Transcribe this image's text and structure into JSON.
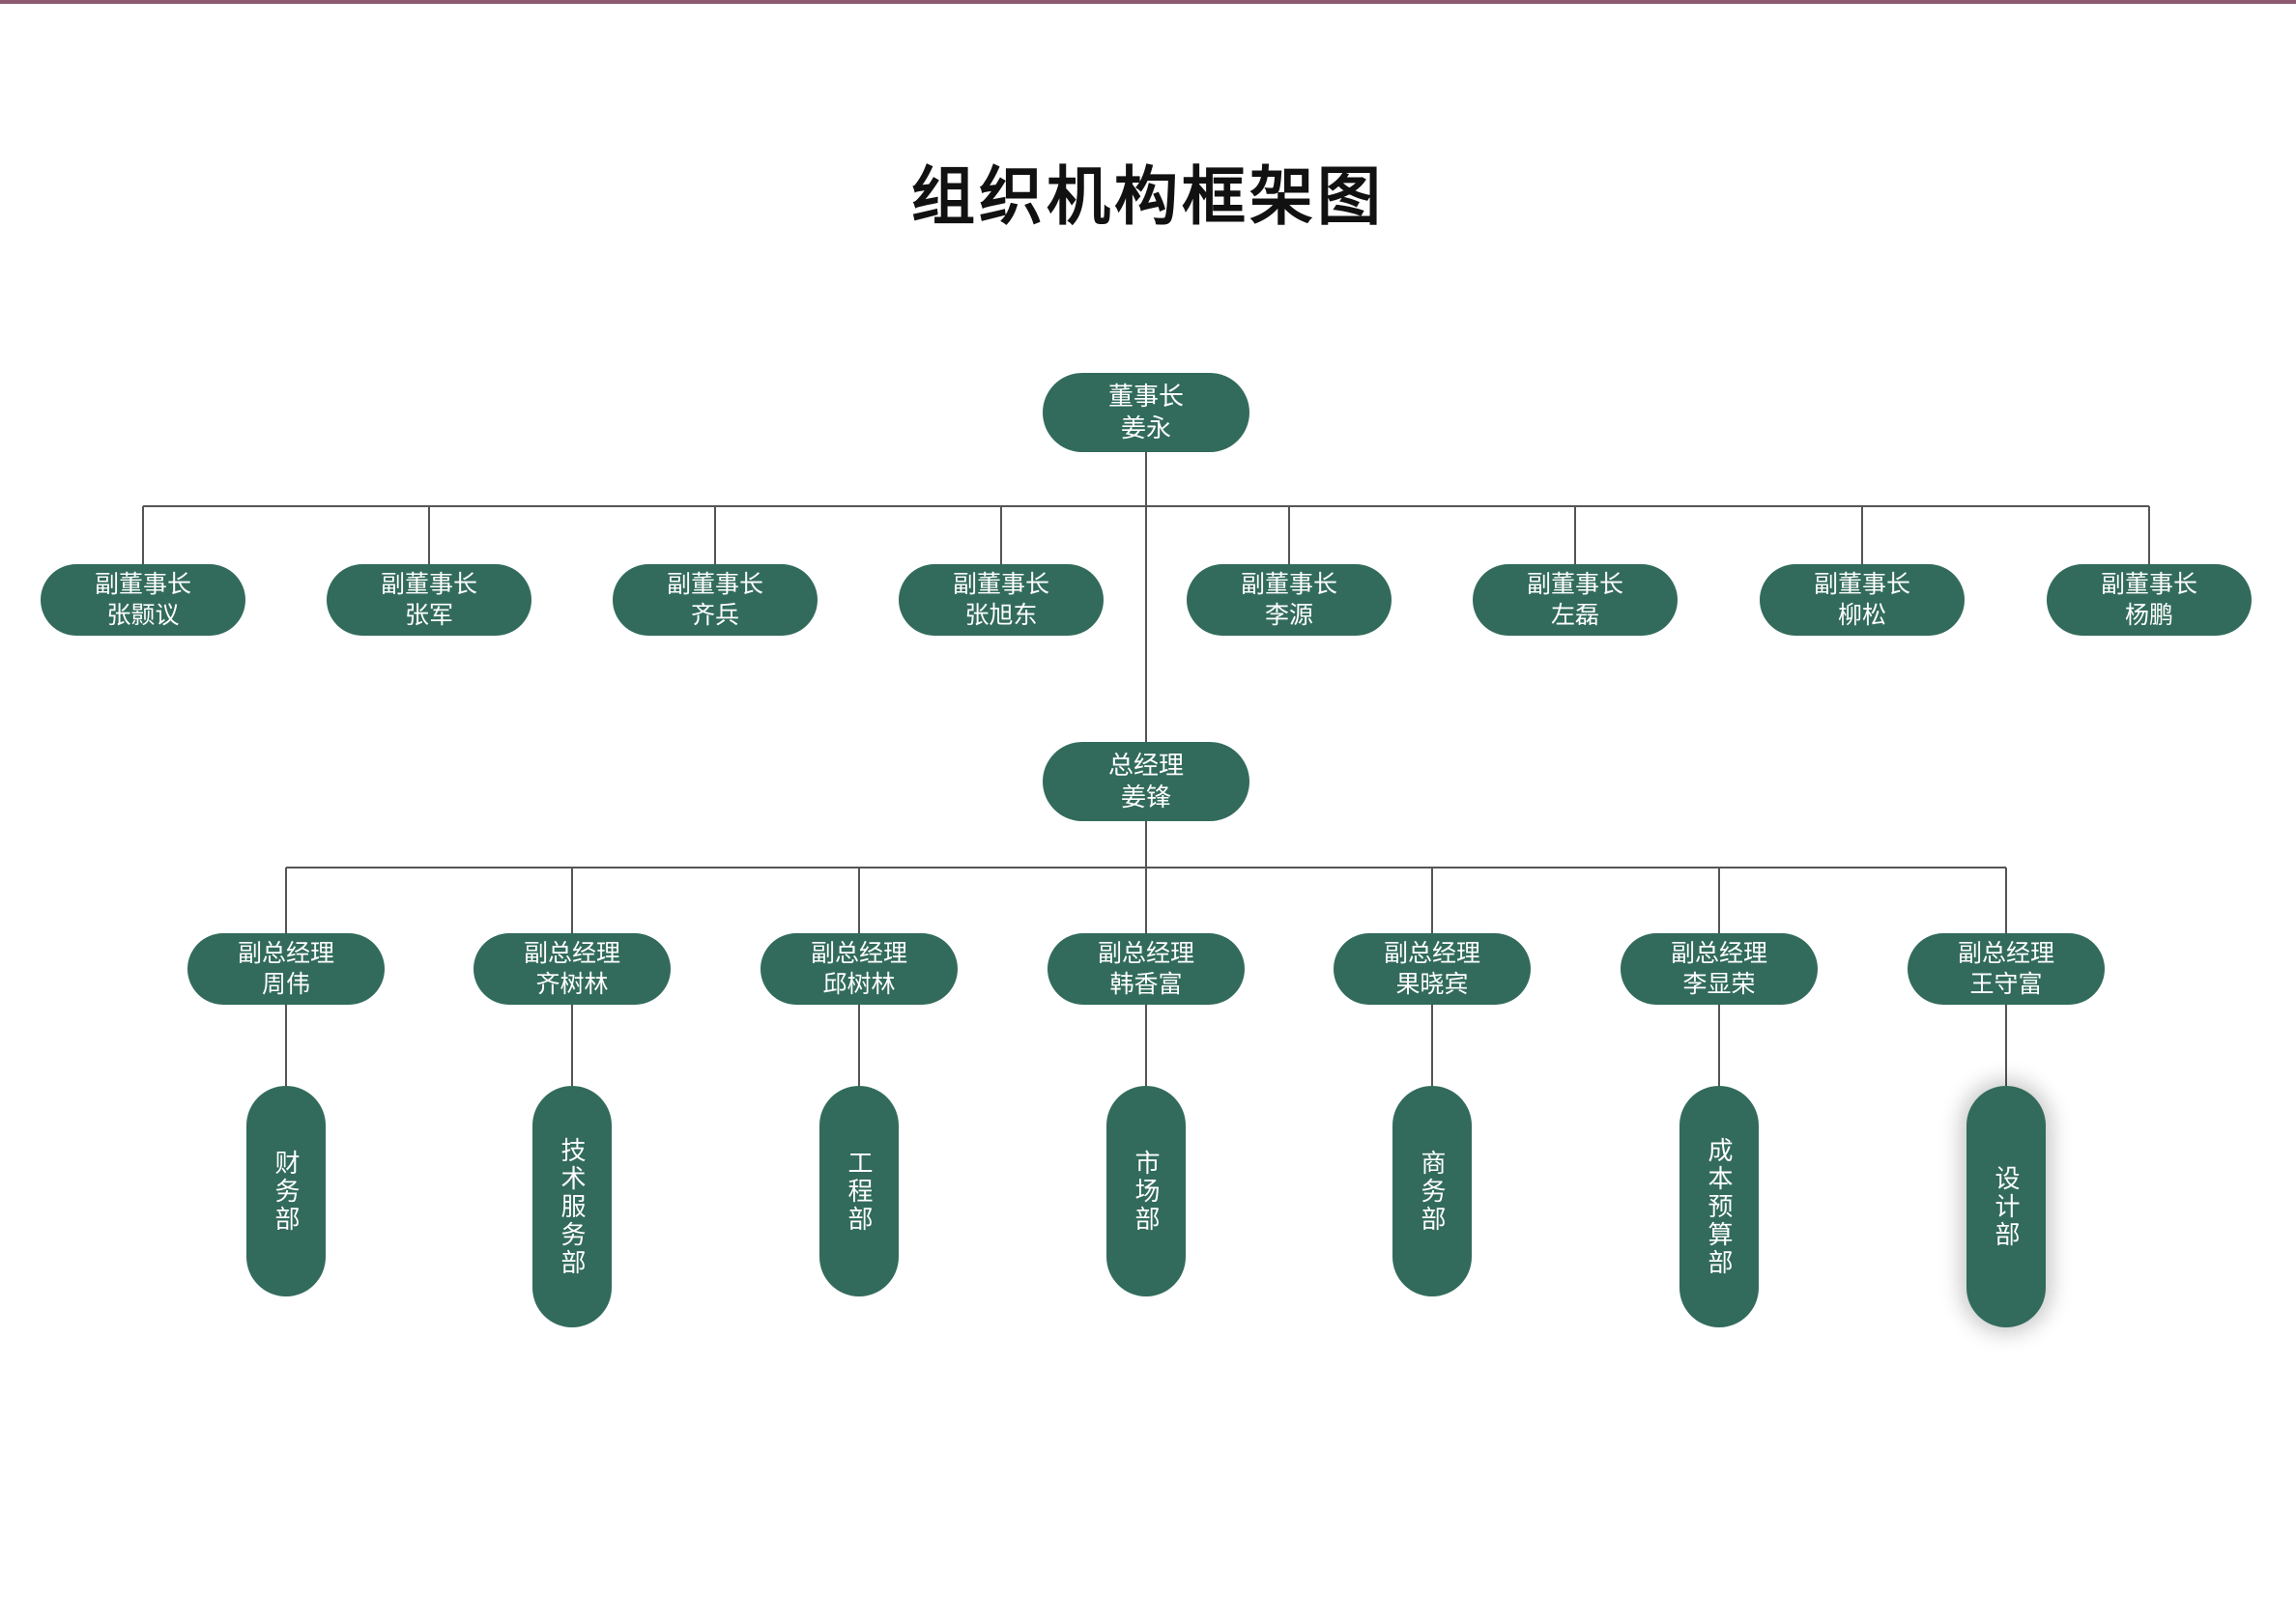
{
  "document": {
    "title": "组织机构框架图",
    "top_rule_color": "#8d5a72",
    "node_color": "#326b5b",
    "node_text_color": "#ffffff",
    "connector_color": "#555555",
    "background": "#ffffff"
  },
  "chart_data": {
    "type": "org-chart",
    "title": "组织机构框架图",
    "levels": [
      {
        "level": 1,
        "name": "chairman",
        "nodes": [
          {
            "title": "董事长",
            "person": "姜永"
          }
        ]
      },
      {
        "level": 2,
        "name": "vice-chairmen",
        "nodes": [
          {
            "title": "副董事长",
            "person": "张颢议"
          },
          {
            "title": "副董事长",
            "person": "张军"
          },
          {
            "title": "副董事长",
            "person": "齐兵"
          },
          {
            "title": "副董事长",
            "person": "张旭东"
          },
          {
            "title": "副董事长",
            "person": "李源"
          },
          {
            "title": "副董事长",
            "person": "左磊"
          },
          {
            "title": "副董事长",
            "person": "柳松"
          },
          {
            "title": "副董事长",
            "person": "杨鹏"
          }
        ]
      },
      {
        "level": 3,
        "name": "general-manager",
        "nodes": [
          {
            "title": "总经理",
            "person": "姜锋"
          }
        ]
      },
      {
        "level": 4,
        "name": "deputy-general-managers",
        "nodes": [
          {
            "title": "副总经理",
            "person": "周伟"
          },
          {
            "title": "副总经理",
            "person": "齐树林"
          },
          {
            "title": "副总经理",
            "person": "邱树林"
          },
          {
            "title": "副总经理",
            "person": "韩香富"
          },
          {
            "title": "副总经理",
            "person": "果晓宾"
          },
          {
            "title": "副总经理",
            "person": "李显荣"
          },
          {
            "title": "副总经理",
            "person": "王守富"
          }
        ]
      },
      {
        "level": 5,
        "name": "departments",
        "nodes": [
          {
            "title": "财务部",
            "selected": false
          },
          {
            "title": "技术服务部",
            "selected": false
          },
          {
            "title": "工程部",
            "selected": false
          },
          {
            "title": "市场部",
            "selected": false
          },
          {
            "title": "商务部",
            "selected": false
          },
          {
            "title": "成本预算部",
            "selected": false
          },
          {
            "title": "设计部",
            "selected": true
          }
        ]
      }
    ]
  },
  "root": {
    "title": "董事长",
    "person": "姜永"
  },
  "gm": {
    "title": "总经理",
    "person": "姜锋"
  },
  "vice": [
    {
      "title": "副董事长",
      "person": "张颢议"
    },
    {
      "title": "副董事长",
      "person": "张军"
    },
    {
      "title": "副董事长",
      "person": "齐兵"
    },
    {
      "title": "副董事长",
      "person": "张旭东"
    },
    {
      "title": "副董事长",
      "person": "李源"
    },
    {
      "title": "副董事长",
      "person": "左磊"
    },
    {
      "title": "副董事长",
      "person": "柳松"
    },
    {
      "title": "副董事长",
      "person": "杨鹏"
    }
  ],
  "dgm": [
    {
      "title": "副总经理",
      "person": "周伟"
    },
    {
      "title": "副总经理",
      "person": "齐树林"
    },
    {
      "title": "副总经理",
      "person": "邱树林"
    },
    {
      "title": "副总经理",
      "person": "韩香富"
    },
    {
      "title": "副总经理",
      "person": "果晓宾"
    },
    {
      "title": "副总经理",
      "person": "李显荣"
    },
    {
      "title": "副总经理",
      "person": "王守富"
    }
  ],
  "dept": [
    {
      "title": "财务部"
    },
    {
      "title": "技术服务部"
    },
    {
      "title": "工程部"
    },
    {
      "title": "市场部"
    },
    {
      "title": "商务部"
    },
    {
      "title": "成本预算部"
    },
    {
      "title": "设计部"
    }
  ]
}
